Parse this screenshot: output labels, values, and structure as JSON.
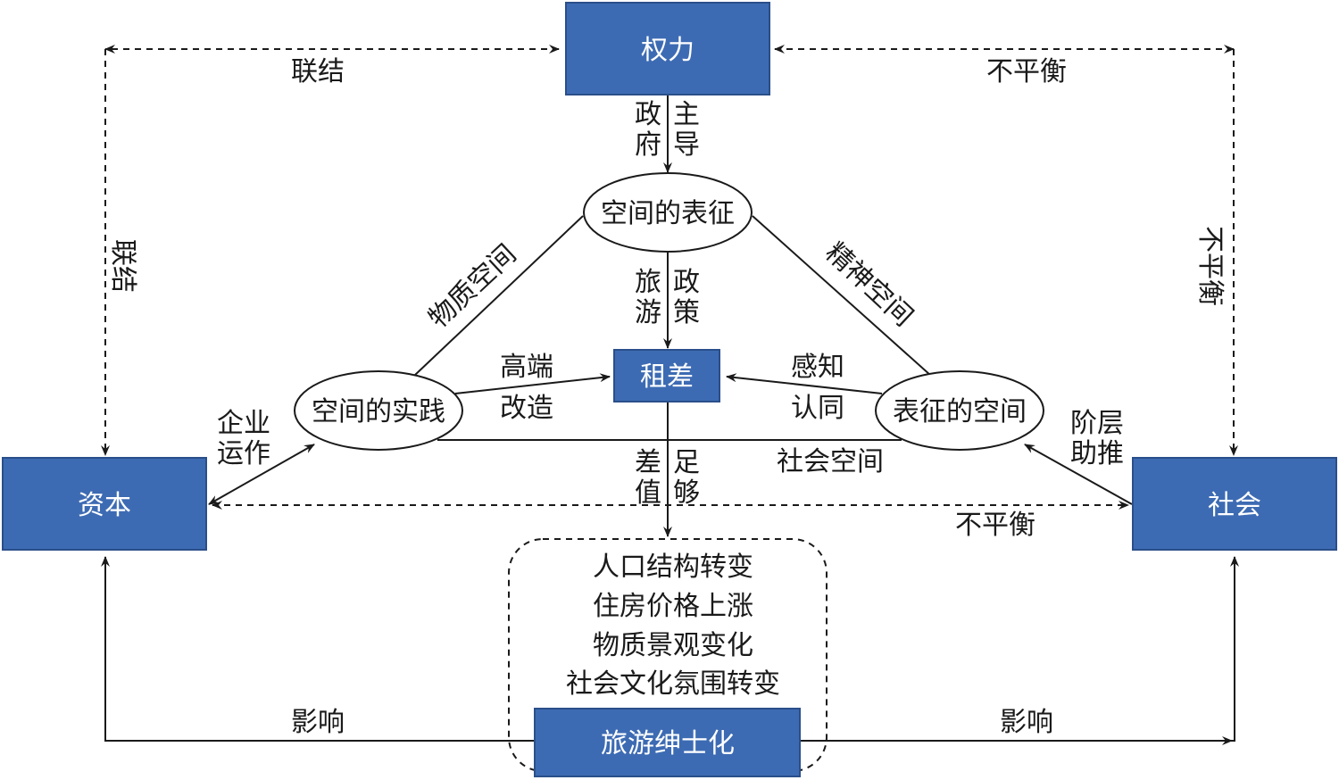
{
  "colors": {
    "box_fill": "#3d6bb3",
    "line": "#1a1a1a"
  },
  "boxes": {
    "power": "权力",
    "capital": "资本",
    "society": "社会",
    "rent_gap": "租差",
    "tourism_gentrification": "旅游绅士化"
  },
  "ovals": {
    "representation_of_space": "空间的表征",
    "spatial_practice": "空间的实践",
    "representational_space": "表征的空间"
  },
  "labels": {
    "top_left_link": "联结",
    "left_link": "联结",
    "top_right_imbalance": "不平衡",
    "right_imbalance": "不平衡",
    "bottom_imbalance": "不平衡",
    "gov_col1": [
      "政",
      "府"
    ],
    "gov_col2": [
      "主",
      "导"
    ],
    "policy_col1": [
      "旅",
      "游"
    ],
    "policy_col2": [
      "政",
      "策"
    ],
    "diff_col1": [
      "差",
      "值"
    ],
    "diff_col2": [
      "足",
      "够"
    ],
    "material_space": "物质空间",
    "spiritual_space": "精神空间",
    "high_end_1": "高端",
    "high_end_2": "改造",
    "perception_1": "感知",
    "perception_2": "认同",
    "enterprise_1": "企业",
    "enterprise_2": "运作",
    "class_1": "阶层",
    "class_2": "助推",
    "social_space": "社会空间",
    "influence_left": "影响",
    "influence_right": "影响"
  },
  "effects": [
    "人口结构转变",
    "住房价格上涨",
    "物质景观变化",
    "社会文化氛围转变"
  ]
}
